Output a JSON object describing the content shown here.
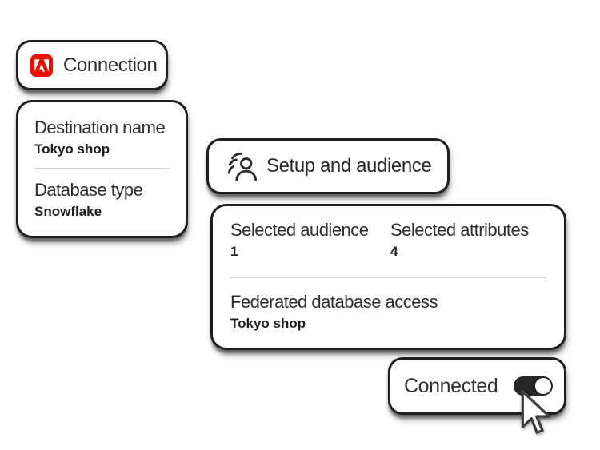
{
  "colors": {
    "adobe_red": "#EB1000",
    "card_border": "#1f1f1f",
    "text": "#2b2b2b",
    "divider": "#d9d9d9",
    "toggle_on": "#262626",
    "toggle_knob": "#ffffff"
  },
  "connection_card": {
    "title": "Connection",
    "icon": "adobe-logo"
  },
  "destination_card": {
    "fields": [
      {
        "label": "Destination name",
        "value": "Tokyo shop"
      },
      {
        "label": "Database type",
        "value": "Snowflake"
      }
    ]
  },
  "setup_card": {
    "title": "Setup and audience",
    "icon": "audience-icon"
  },
  "summary_card": {
    "stats": [
      {
        "label": "Selected audience",
        "value": "1"
      },
      {
        "label": "Selected attributes",
        "value": "4"
      }
    ],
    "access": {
      "label": "Federated database access",
      "value": "Tokyo shop"
    }
  },
  "connected_card": {
    "label": "Connected",
    "toggle_state": "on",
    "icon": "toggle-on"
  },
  "pointer": {
    "icon": "cursor-arrow"
  }
}
